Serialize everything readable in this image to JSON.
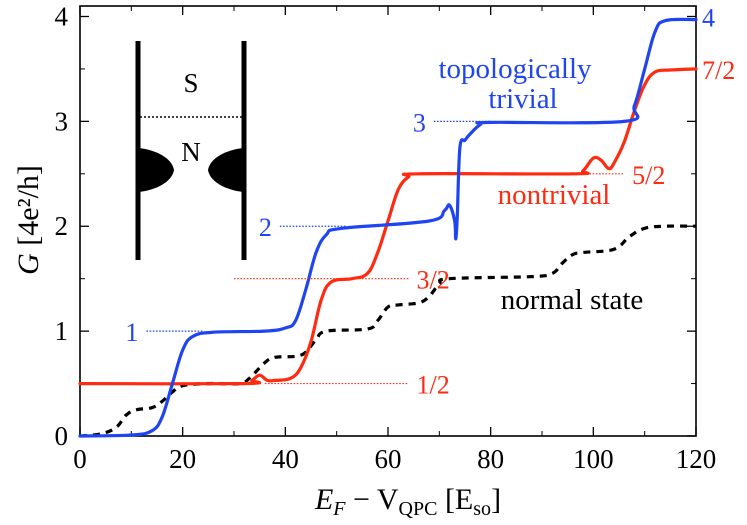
{
  "colors": {
    "topo_trivial": "#1f45f0",
    "nontrivial": "#ff2a10",
    "normal": "#000000",
    "axis": "#000000"
  },
  "chart_data": {
    "type": "line",
    "xlim": [
      0,
      120
    ],
    "ylim": [
      0,
      4.1
    ],
    "x_ticks": [
      "0",
      "20",
      "40",
      "60",
      "80",
      "100",
      "120"
    ],
    "y_ticks": [
      "0",
      "1",
      "2",
      "3",
      "4"
    ],
    "xlabel": {
      "main": "E",
      "sub1": "F",
      "minus": " − V",
      "sub2": "QPC",
      "unit_open": "  [E",
      "unit_sub": "so",
      "unit_close": "]"
    },
    "ylabel": {
      "main": "G",
      "unit": "  [4e²/h]"
    },
    "grid": false,
    "legend": "none",
    "series": [
      {
        "key": "normal",
        "text": "normal state",
        "style": "dashed",
        "points": [
          [
            0,
            0
          ],
          [
            4,
            0.02
          ],
          [
            7,
            0.08
          ],
          [
            9,
            0.2
          ],
          [
            11,
            0.25
          ],
          [
            14,
            0.27
          ],
          [
            16,
            0.33
          ],
          [
            18,
            0.42
          ],
          [
            20,
            0.48
          ],
          [
            25,
            0.5
          ],
          [
            31,
            0.5
          ],
          [
            33,
            0.55
          ],
          [
            36,
            0.7
          ],
          [
            38,
            0.75
          ],
          [
            42,
            0.76
          ],
          [
            44,
            0.8
          ],
          [
            46,
            0.92
          ],
          [
            48,
            1.0
          ],
          [
            56,
            1.02
          ],
          [
            58,
            1.1
          ],
          [
            60,
            1.23
          ],
          [
            62,
            1.25
          ],
          [
            66,
            1.27
          ],
          [
            68,
            1.33
          ],
          [
            70,
            1.45
          ],
          [
            72,
            1.5
          ],
          [
            88,
            1.52
          ],
          [
            92,
            1.55
          ],
          [
            94,
            1.65
          ],
          [
            96,
            1.73
          ],
          [
            98,
            1.75
          ],
          [
            104,
            1.78
          ],
          [
            107,
            1.9
          ],
          [
            110,
            1.98
          ],
          [
            114,
            2.0
          ],
          [
            120,
            2.0
          ]
        ]
      },
      {
        "key": "nontrivial",
        "text": "nontrivial",
        "style": "solid",
        "points": [
          [
            0,
            0.5
          ],
          [
            32,
            0.5
          ],
          [
            33.5,
            0.53
          ],
          [
            35,
            0.58
          ],
          [
            36.5,
            0.53
          ],
          [
            38,
            0.53
          ],
          [
            41,
            0.55
          ],
          [
            43,
            0.65
          ],
          [
            45,
            0.9
          ],
          [
            47,
            1.3
          ],
          [
            49,
            1.47
          ],
          [
            53,
            1.5
          ],
          [
            56,
            1.55
          ],
          [
            58,
            1.75
          ],
          [
            60,
            2.05
          ],
          [
            62,
            2.35
          ],
          [
            64,
            2.47
          ],
          [
            66,
            2.5
          ],
          [
            96,
            2.5
          ],
          [
            98,
            2.53
          ],
          [
            100,
            2.65
          ],
          [
            101.5,
            2.63
          ],
          [
            103,
            2.55
          ],
          [
            104,
            2.6
          ],
          [
            106,
            2.8
          ],
          [
            108,
            3.1
          ],
          [
            110,
            3.35
          ],
          [
            112,
            3.47
          ],
          [
            115,
            3.49
          ],
          [
            120,
            3.5
          ]
        ]
      },
      {
        "key": "topo_trivial",
        "text": "topologically trivial",
        "style": "solid",
        "points": [
          [
            0,
            0
          ],
          [
            10,
            0.01
          ],
          [
            14,
            0.05
          ],
          [
            16,
            0.18
          ],
          [
            18,
            0.5
          ],
          [
            20,
            0.82
          ],
          [
            22,
            0.95
          ],
          [
            26,
            0.99
          ],
          [
            36,
            1.0
          ],
          [
            40,
            1.03
          ],
          [
            42,
            1.1
          ],
          [
            44,
            1.4
          ],
          [
            46,
            1.75
          ],
          [
            48,
            1.92
          ],
          [
            51,
            1.98
          ],
          [
            68,
            2.05
          ],
          [
            71,
            2.15
          ],
          [
            72,
            2.2
          ],
          [
            73,
            2.05
          ],
          [
            73.2,
            1.88
          ],
          [
            73.5,
            2.1
          ],
          [
            74,
            2.75
          ],
          [
            75,
            2.82
          ],
          [
            76,
            2.88
          ],
          [
            78,
            2.97
          ],
          [
            80,
            2.99
          ],
          [
            106,
            3.0
          ],
          [
            108,
            3.15
          ],
          [
            110,
            3.5
          ],
          [
            112,
            3.85
          ],
          [
            114,
            3.96
          ],
          [
            120,
            3.97
          ]
        ]
      }
    ],
    "plateau_labels": [
      {
        "key": "topo_trivial",
        "text": "1",
        "y": 1.0,
        "x_start": 18,
        "side": "left"
      },
      {
        "key": "topo_trivial",
        "text": "2",
        "y": 2.0,
        "x_start": 44,
        "side": "left"
      },
      {
        "key": "topo_trivial",
        "text": "3",
        "y": 3.0,
        "x_start": 74,
        "side": "left"
      },
      {
        "key": "topo_trivial",
        "text": "4",
        "y": 4.0,
        "side": "right_edge"
      },
      {
        "key": "nontrivial",
        "text": "1/2",
        "y": 0.5,
        "x_end": 64,
        "side": "right"
      },
      {
        "key": "nontrivial",
        "text": "3/2",
        "y": 1.5,
        "x_start": 30,
        "x_end": 64,
        "side": "right"
      },
      {
        "key": "nontrivial",
        "text": "5/2",
        "y": 2.5,
        "x_start": 98,
        "x_end": 106,
        "side": "right"
      },
      {
        "key": "nontrivial",
        "text": "7/2",
        "y": 3.5,
        "side": "right_edge"
      }
    ],
    "inset": {
      "top_label": "S",
      "bottom_label": "N"
    }
  }
}
